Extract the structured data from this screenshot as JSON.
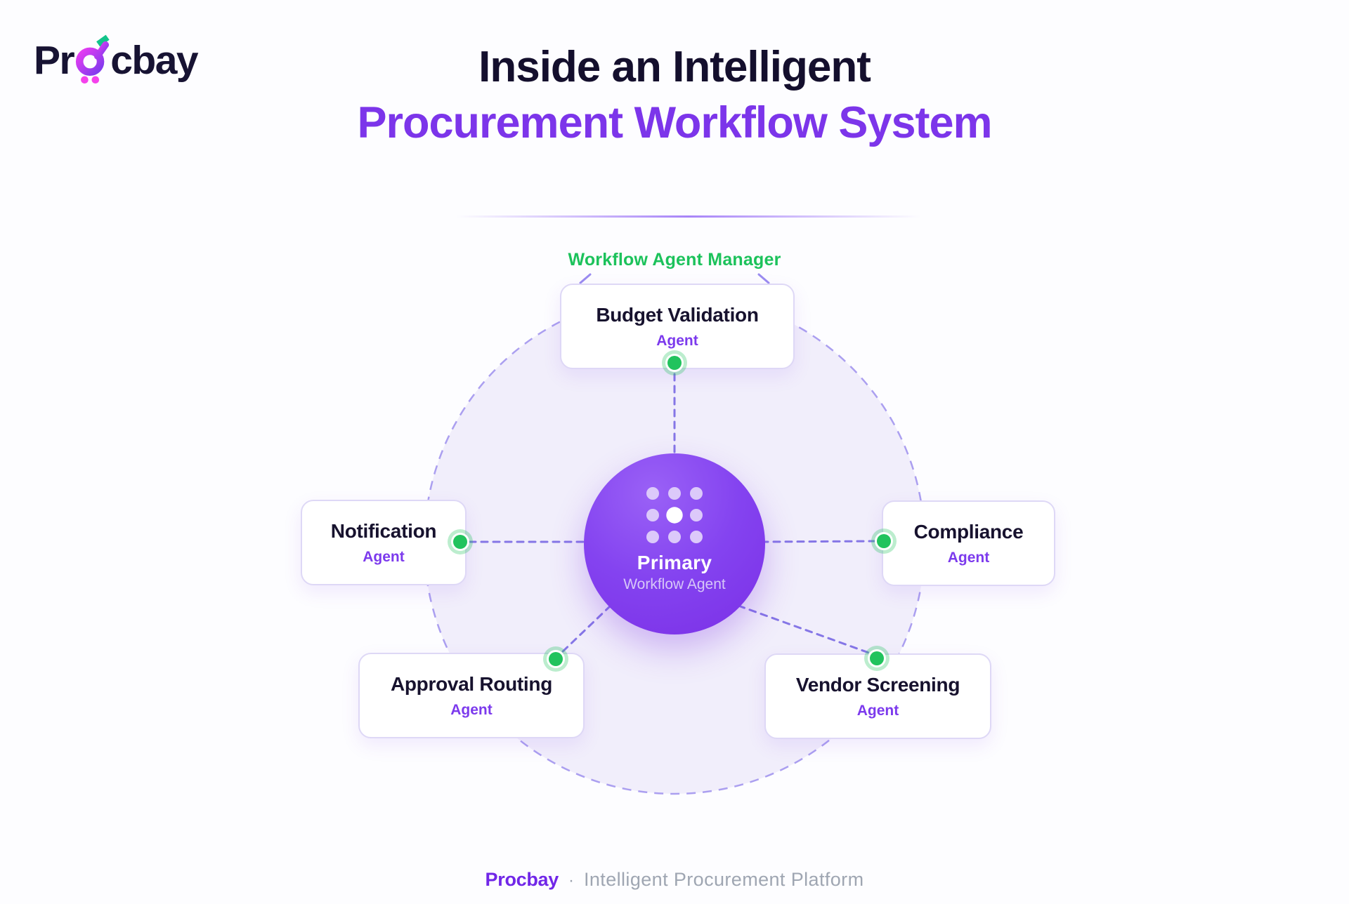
{
  "brand": {
    "pre": "Pr",
    "post": "cbay"
  },
  "title": {
    "line1": "Inside an Intelligent",
    "line2": "Procurement Workflow System"
  },
  "manager_label": "Workflow Agent Manager",
  "center": {
    "title": "Primary",
    "subtitle": "Workflow Agent"
  },
  "agents": [
    {
      "id": "budget-validation",
      "name": "Budget Validation",
      "role": "Agent"
    },
    {
      "id": "notification",
      "name": "Notification",
      "role": "Agent"
    },
    {
      "id": "compliance",
      "name": "Compliance",
      "role": "Agent"
    },
    {
      "id": "approval-routing",
      "name": "Approval Routing",
      "role": "Agent"
    },
    {
      "id": "vendor-screening",
      "name": "Vendor Screening",
      "role": "Agent"
    }
  ],
  "footer": {
    "brand": "Procbay",
    "separator": "·",
    "tagline": "Intelligent Procurement Platform"
  },
  "icons": {
    "logo": "cart-icon",
    "center": "grid-dots-icon",
    "status": "status-dot-icon"
  },
  "colors": {
    "accent_purple": "#7c3aed",
    "title_dark": "#140f2d",
    "manager_green": "#1cc25b",
    "status_green": "#21c35d",
    "connector_purple": "#8576e6",
    "ring_stroke": "#ab9ff0",
    "ring_fill": "#f1eefb",
    "card_border": "#ded8f6",
    "core_gradient_start": "#9a61f6",
    "core_gradient_end": "#7b2fe6",
    "footer_gray": "#9fa6b2",
    "logo_navy": "#171333",
    "logo_magenta": "#e93df2",
    "logo_green": "#12c48b"
  }
}
